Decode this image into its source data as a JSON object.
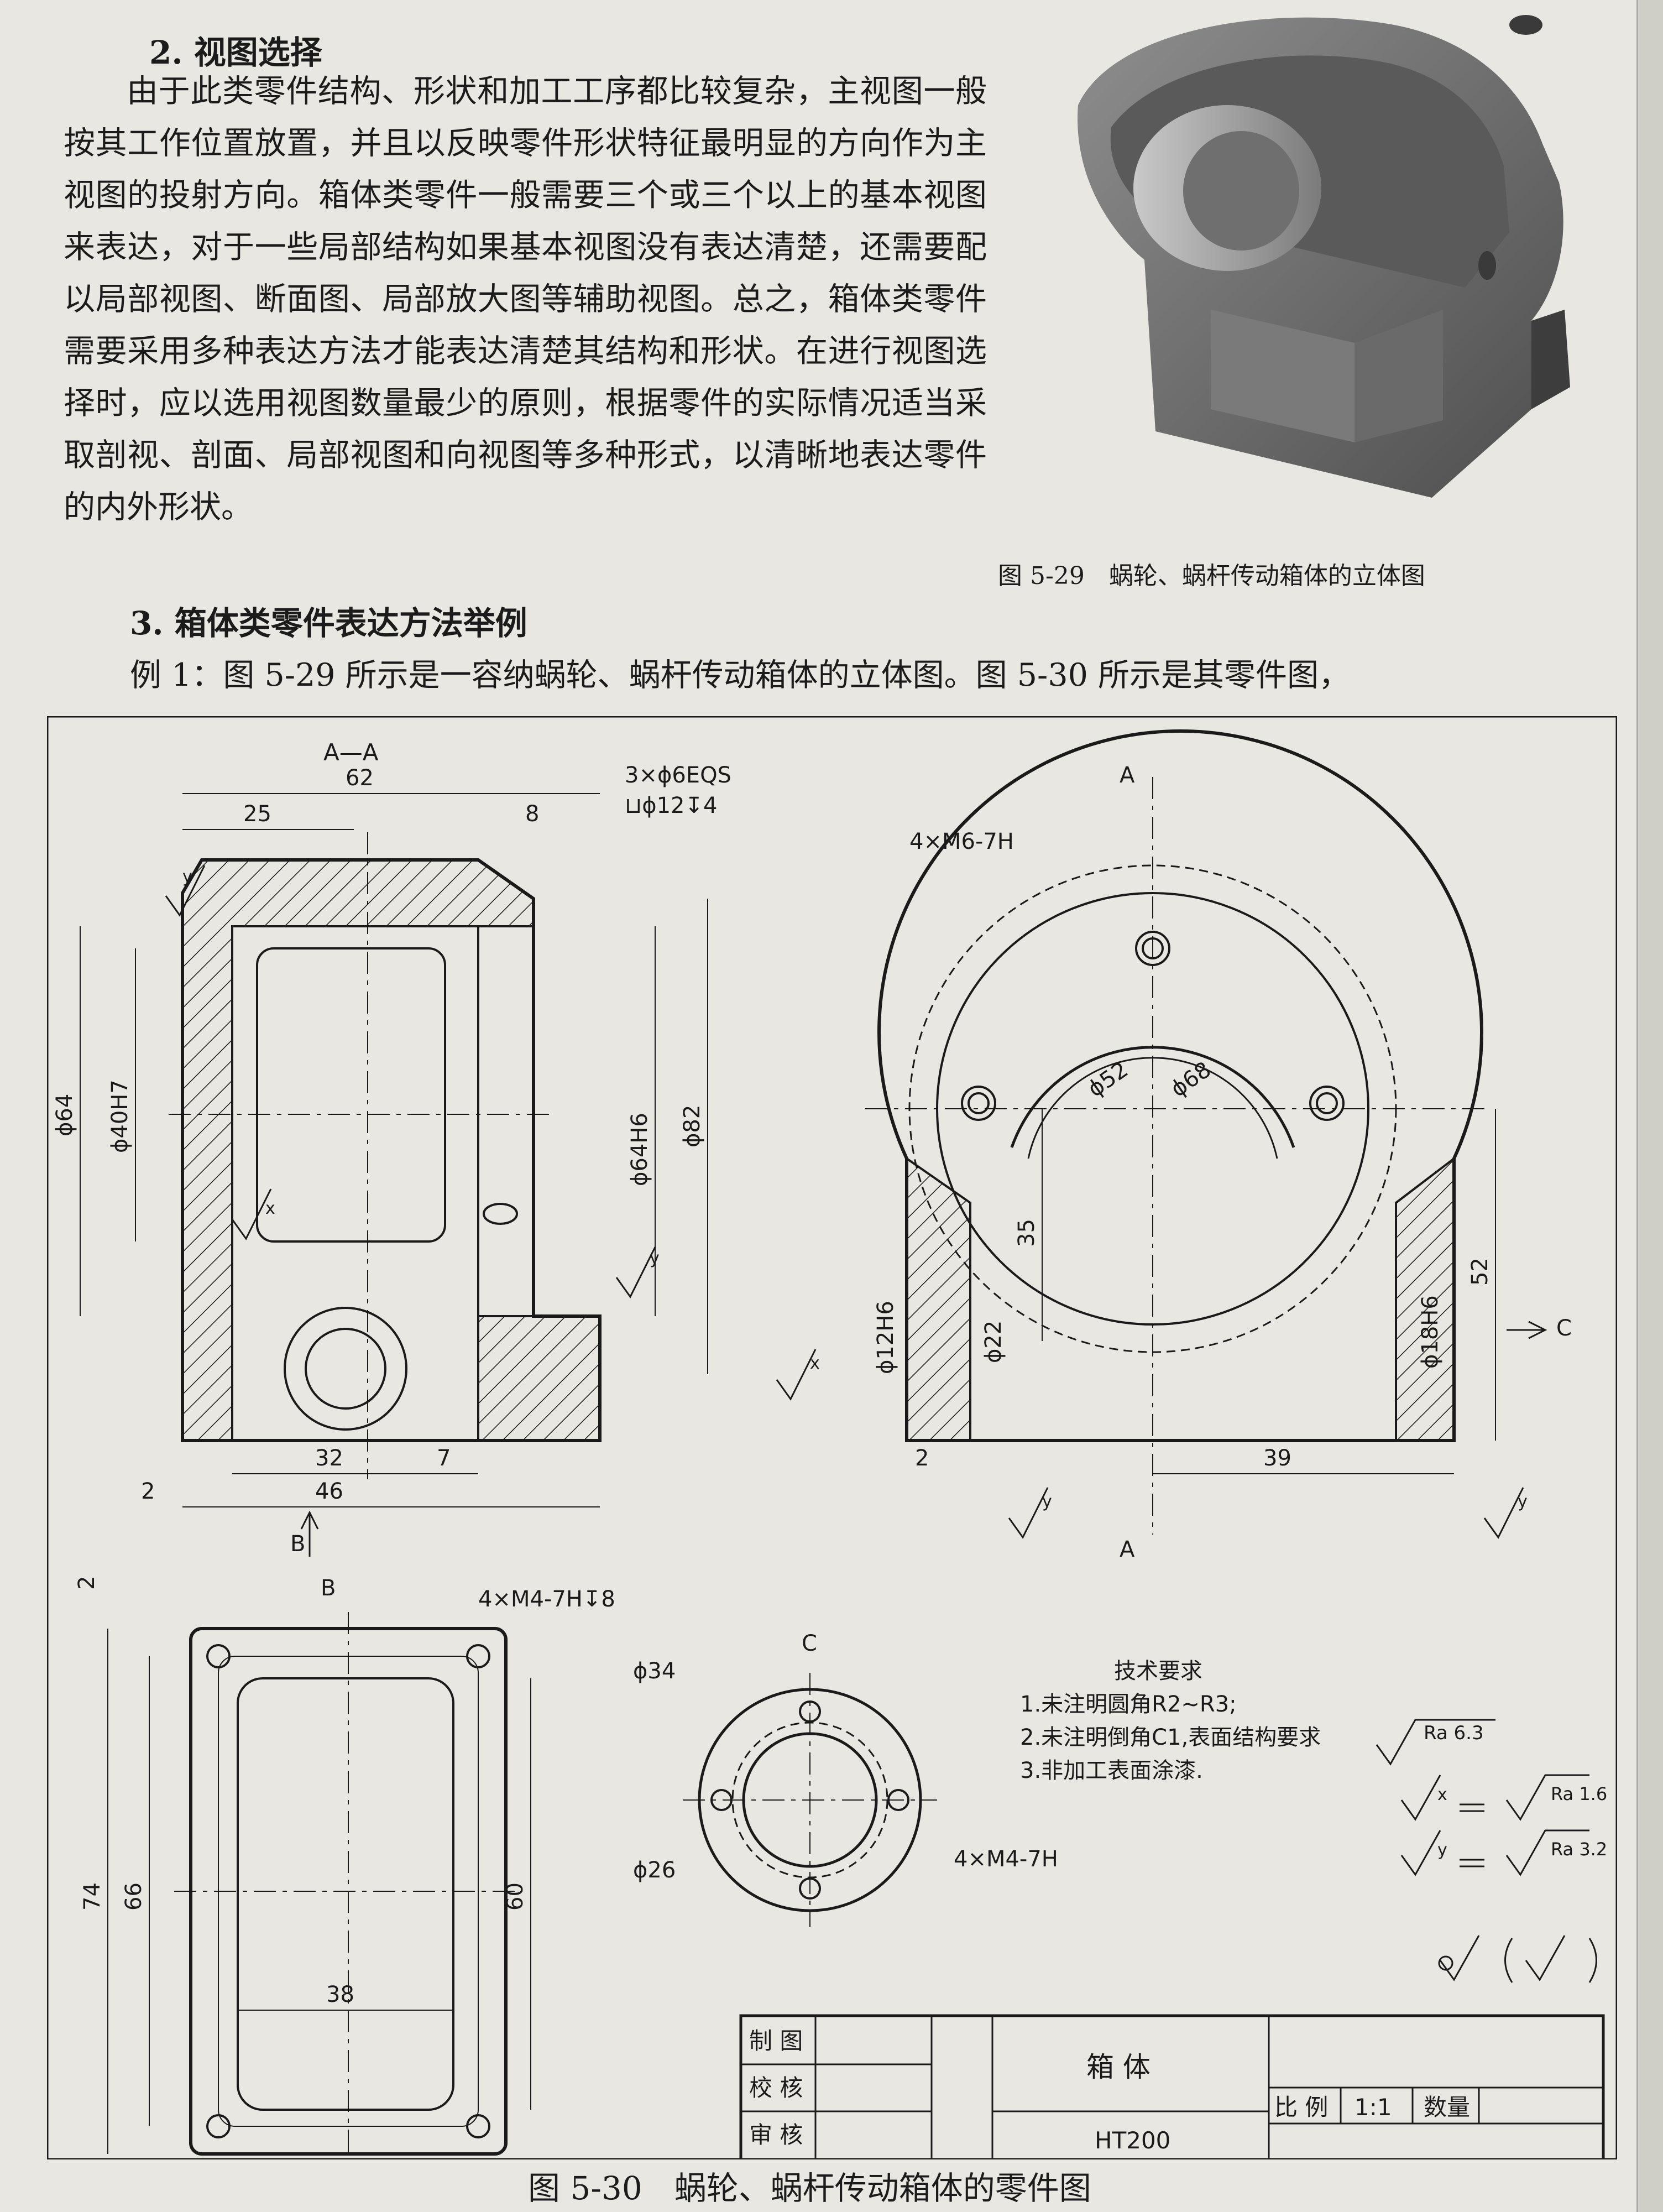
{
  "section2": {
    "title": "2. 视图选择",
    "paragraph": "由于此类零件结构、形状和加工工序都比较复杂，主视图一般按其工作位置放置，并且以反映零件形状特征最明显的方向作为主视图的投射方向。箱体类零件一般需要三个或三个以上的基本视图来表达，对于一些局部结构如果基本视图没有表达清楚，还需要配以局部视图、断面图、局部放大图等辅助视图。总之，箱体类零件需要采用多种表达方法才能表达清楚其结构和形状。在进行视图选择时，应以选用视图数量最少的原则，根据零件的实际情况适当采取剖视、剖面、局部视图和向视图等多种形式，以清晰地表达零件的内外形状。"
  },
  "figure_5_29": {
    "caption": "图 5-29　蜗轮、蜗杆传动箱体的立体图"
  },
  "section3": {
    "title": "3. 箱体类零件表达方法举例",
    "example": "例 1：图 5-29 所示是一容纳蜗轮、蜗杆传动箱体的立体图。图 5-30 所示是其零件图，"
  },
  "drawing": {
    "section_label": "A—A",
    "dims": {
      "d62": "62",
      "d25": "25",
      "d8": "8",
      "d64": "ϕ64",
      "d40h7": "ϕ40H7",
      "d64h6": "ϕ64H6",
      "d82": "ϕ82",
      "d32": "32",
      "d7": "7",
      "d46": "46",
      "d2a": "2",
      "hole_callout_1": "3×ϕ6EQS",
      "hole_callout_2": "⊔ϕ12↧4",
      "m6": "4×M6-7H",
      "d52": "ϕ52",
      "d68": "ϕ68",
      "d35": "35",
      "d22": "ϕ22",
      "d12h6": "ϕ12H6",
      "d18h6": "ϕ18H6",
      "d52b": "52",
      "d39": "39",
      "d2b": "2",
      "m4depth": "4×M4-7H↧8",
      "d2c": "2",
      "d74": "74",
      "d66": "66",
      "d60": "60",
      "d38": "38",
      "d34": "ϕ34",
      "d26": "ϕ26",
      "m4": "4×M4-7H"
    },
    "view_labels": {
      "a_top": "A",
      "a_bottom": "A",
      "b_arrow": "B",
      "b_view": "B",
      "c_arrow": "C",
      "c_view": "C"
    },
    "roughness_symbols": {
      "x": "x",
      "y": "y"
    },
    "tech": {
      "title": "技术要求",
      "items": [
        "1.未注明圆角R2~R3;",
        "2.未注明倒角C1,表面结构要求",
        "3.非加工表面涂漆."
      ],
      "ra63": "Ra 6.3",
      "ra16": "Ra 1.6",
      "ra32": "Ra 3.2"
    },
    "title_block": {
      "r1": "制 图",
      "r2": "校 核",
      "r3": "审 核",
      "name": "箱 体",
      "scale_label": "比 例",
      "scale": "1:1",
      "qty_label": "数量",
      "material": "HT200"
    }
  },
  "figure_5_30": {
    "caption": "图 5-30　蜗轮、蜗杆传动箱体的零件图"
  }
}
